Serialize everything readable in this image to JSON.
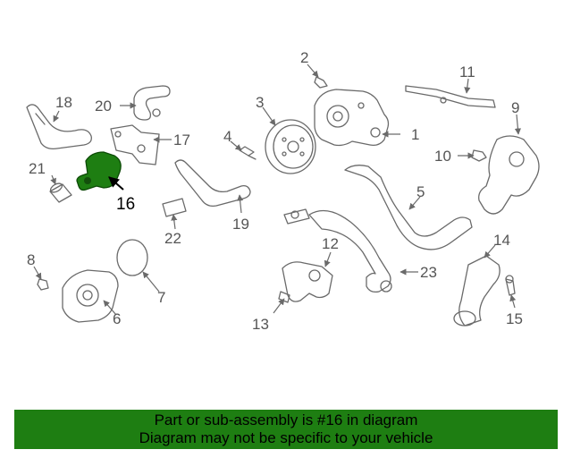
{
  "highlight_color": "#1e7e12",
  "callouts": {
    "c1": "1",
    "c2": "2",
    "c3": "3",
    "c4": "4",
    "c5": "5",
    "c6": "6",
    "c7": "7",
    "c8": "8",
    "c9": "9",
    "c10": "10",
    "c11": "11",
    "c12": "12",
    "c13": "13",
    "c14": "14",
    "c15": "15",
    "c16": "16",
    "c17": "17",
    "c18": "18",
    "c19": "19",
    "c20": "20",
    "c21": "21",
    "c22": "22",
    "c23": "23"
  },
  "highlighted_part": "16",
  "banner": {
    "line1": "Part or sub-assembly is #16 in diagram",
    "line2": "Diagram may not be specific to your vehicle"
  }
}
